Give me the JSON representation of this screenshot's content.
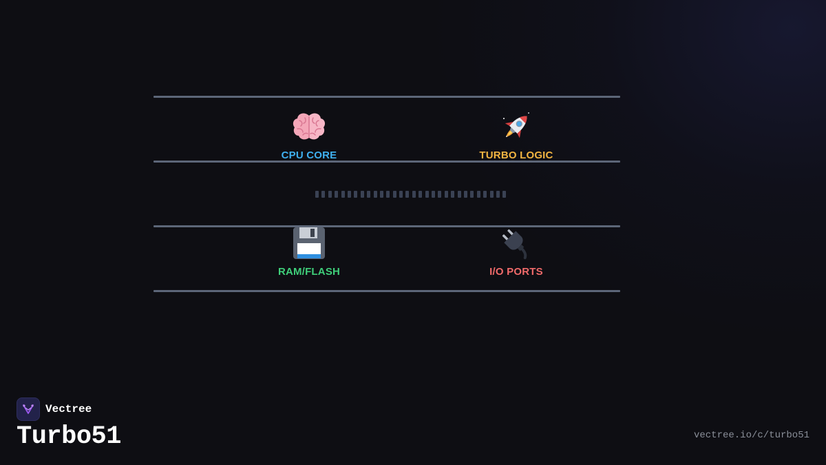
{
  "diagram": {
    "blocks": [
      {
        "label": "CPU CORE",
        "icon": "brain-icon",
        "color": "#3fb0f0"
      },
      {
        "label": "TURBO LOGIC",
        "icon": "rocket-icon",
        "color": "#f2b441"
      },
      {
        "label": "RAM/FLASH",
        "icon": "floppy-disk-icon",
        "color": "#3fcf7a"
      },
      {
        "label": "I/O PORTS",
        "icon": "electric-plug-icon",
        "color": "#f06a6a"
      }
    ],
    "line_color": "#5c6678",
    "bus_color": "#3a4254"
  },
  "brand": {
    "name": "Vectree",
    "logo_icon": "vectree-logo-icon",
    "accent": "#9b59f0"
  },
  "product": {
    "title": "Turbo51"
  },
  "footer": {
    "url": "vectree.io/c/turbo51"
  }
}
